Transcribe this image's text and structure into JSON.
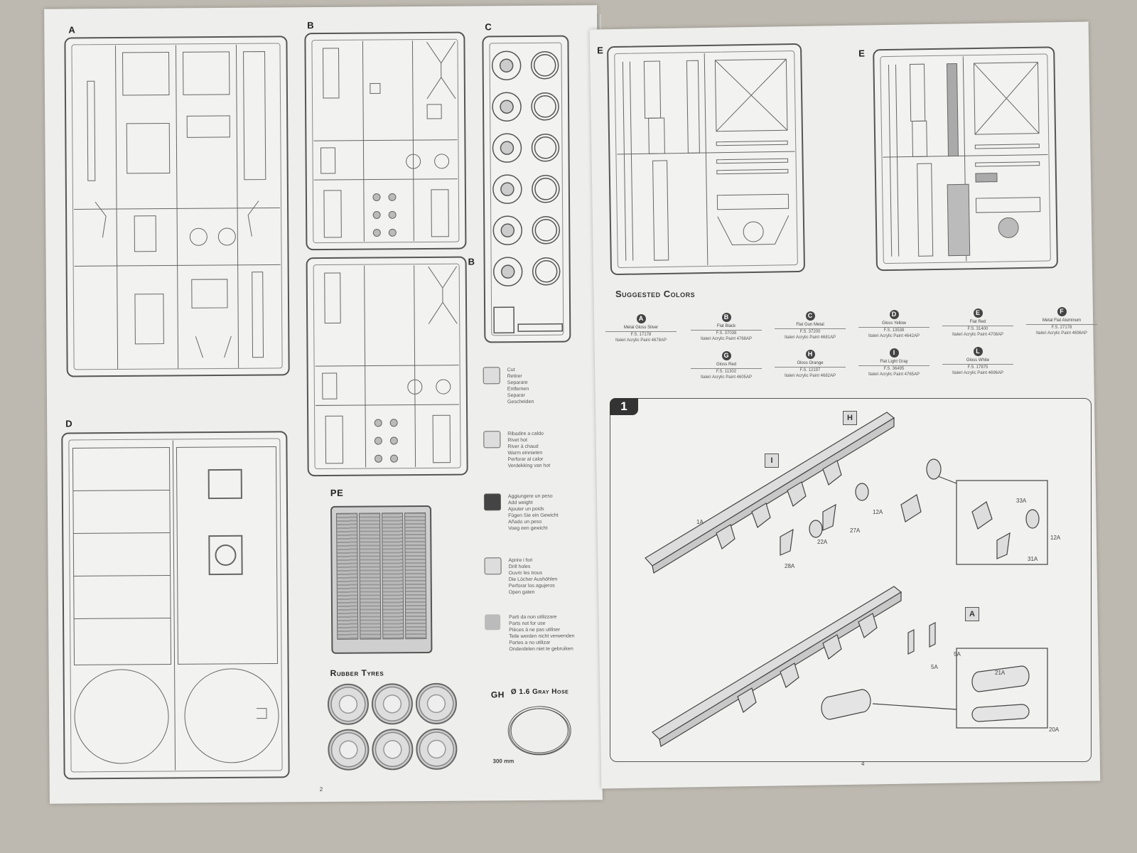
{
  "sprues": {
    "a": "A",
    "b": "B",
    "b2": "B",
    "c": "C",
    "d": "D",
    "e1": "E",
    "e2": "E"
  },
  "pe": {
    "title": "PE"
  },
  "tyres": {
    "title": "Rubber Tyres"
  },
  "hose": {
    "label": "GH",
    "desc": "Ø 1.6 Gray Hose",
    "length": "300 mm"
  },
  "legend": [
    {
      "icon": "cut-icon",
      "lines": [
        "Cut",
        "Retirer",
        "Separare",
        "Entfernen",
        "Separar",
        "Gescheiden"
      ]
    },
    {
      "icon": "rivet-icon",
      "lines": [
        "Ribadire a caldo",
        "Rivet hot",
        "River à chaud",
        "Warm einnieten",
        "Perforar al calor",
        "Verdekking van hot"
      ]
    },
    {
      "icon": "weight-icon",
      "lines": [
        "Aggiungere un peso",
        "Add weight",
        "Ajouter un poids",
        "Fügen Sie ein Gewicht",
        "Añado un peso",
        "Voeg een gewicht"
      ]
    },
    {
      "icon": "drill-icon",
      "lines": [
        "Aprire i fori",
        "Drill holes",
        "Ouvrir les trous",
        "Die Löcher Aushöhlen",
        "Perforar los agujeros",
        "Open gaten"
      ]
    },
    {
      "icon": "unused-parts-icon",
      "lines": [
        "Parti da non utilizzare",
        "Parts not for use",
        "Pièces à ne pas utiliser",
        "Teile werden nicht verwenden",
        "Partes a no utilizar",
        "Onderdelen niet te gebruiken"
      ]
    }
  ],
  "colors": {
    "title": "Suggested Colors",
    "items": [
      {
        "badge": "A",
        "name": "Metal Gloss Silver",
        "fs": "F.S. 17178",
        "code": "4678AP"
      },
      {
        "badge": "B",
        "name": "Flat Black",
        "fs": "F.S. 37038",
        "code": "4768AP"
      },
      {
        "badge": "C",
        "name": "Flat Gun Metal",
        "fs": "F.S. 37200",
        "code": "4681AP"
      },
      {
        "badge": "D",
        "name": "Gloss Yellow",
        "fs": "F.S. 13538",
        "code": "4642AP"
      },
      {
        "badge": "E",
        "name": "Flat Red",
        "fs": "F.S. 31400",
        "code": "4708AP"
      },
      {
        "badge": "F",
        "name": "Metal Flat Aluminum",
        "fs": "F.S. 27178",
        "code": "4698AP"
      },
      {
        "badge": "G",
        "name": "Gloss Red",
        "fs": "F.S. 11302",
        "code": "4605AP"
      },
      {
        "badge": "H",
        "name": "Gloss Orange",
        "fs": "F.S. 12197",
        "code": "4682AP"
      },
      {
        "badge": "I",
        "name": "Flat Light Gray",
        "fs": "F.S. 36495",
        "code": "4765AP"
      },
      {
        "badge": "L",
        "name": "Gloss White",
        "fs": "F.S. 17875",
        "code": "4696AP"
      }
    ],
    "prefix": "Italeri Acrylic Paint"
  },
  "step": {
    "number": "1",
    "callouts": [
      "H",
      "I",
      "A"
    ],
    "parts": [
      "1A",
      "28A",
      "22A",
      "27A",
      "12A",
      "33A",
      "12A",
      "31A",
      "5A",
      "5A",
      "21A",
      "20A"
    ]
  },
  "page_numbers": {
    "left": "2",
    "right": "4"
  }
}
